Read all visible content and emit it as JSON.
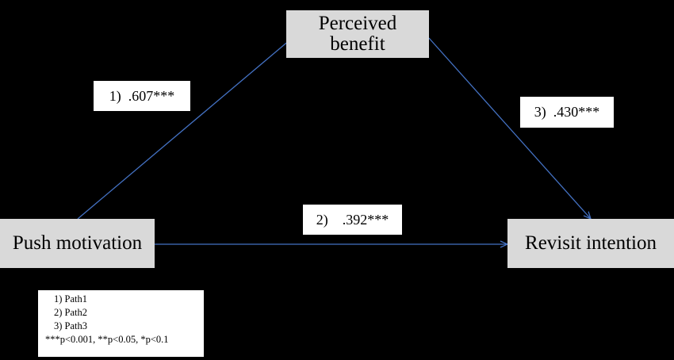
{
  "nodes": {
    "perceived_benefit": {
      "line1": "Perceived",
      "line2": "benefit"
    },
    "push_motivation": {
      "label": "Push motivation"
    },
    "revisit_intention": {
      "label": "Revisit intention"
    }
  },
  "paths": [
    {
      "from": "push_motivation",
      "to": "perceived_benefit",
      "label": "1)  .607***"
    },
    {
      "from": "push_motivation",
      "to": "revisit_intention",
      "label": "2)    .392***"
    },
    {
      "from": "perceived_benefit",
      "to": "revisit_intention",
      "label": "3)  .430***"
    }
  ],
  "legend": {
    "items": [
      "1)  Path1",
      "2)  Path2",
      "3)  Path3"
    ],
    "note": "***p<0.001, **p<0.05, *p<0.1"
  },
  "colors": {
    "background": "#000000",
    "node_fill": "#d9d9d9",
    "arrow": "#4472c4",
    "label_fill": "#ffffff"
  }
}
